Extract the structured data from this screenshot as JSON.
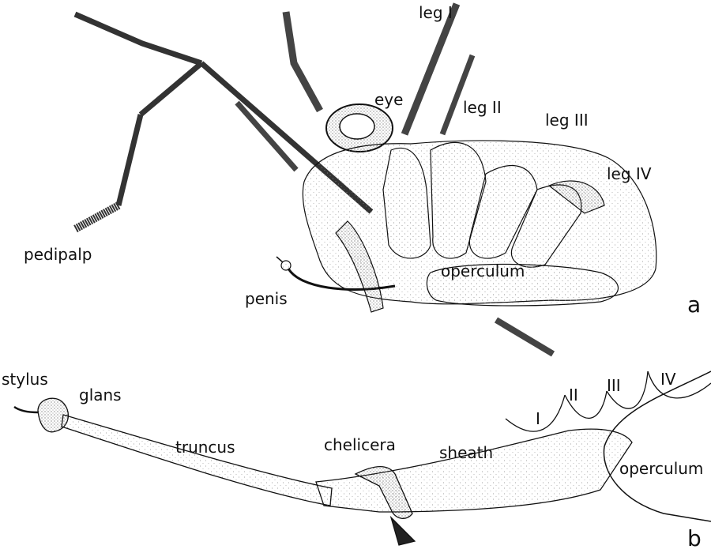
{
  "figure": {
    "panel_a": {
      "letter": "a",
      "labels": {
        "leg1": "leg I",
        "eye": "eye",
        "leg2": "leg II",
        "leg3": "leg III",
        "leg4": "leg IV",
        "pedipalp": "pedipalp",
        "penis": "penis",
        "operculum": "operculum"
      }
    },
    "panel_b": {
      "letter": "b",
      "labels": {
        "stylus": "stylus",
        "glans": "glans",
        "truncus": "truncus",
        "chelicera": "chelicera",
        "sheath": "sheath",
        "operculum": "operculum",
        "coxa1": "I",
        "coxa2": "II",
        "coxa3": "III",
        "coxa4": "IV"
      }
    },
    "colors": {
      "ink": "#111111",
      "stipple": "#9a9a9a",
      "background": "#ffffff"
    }
  }
}
